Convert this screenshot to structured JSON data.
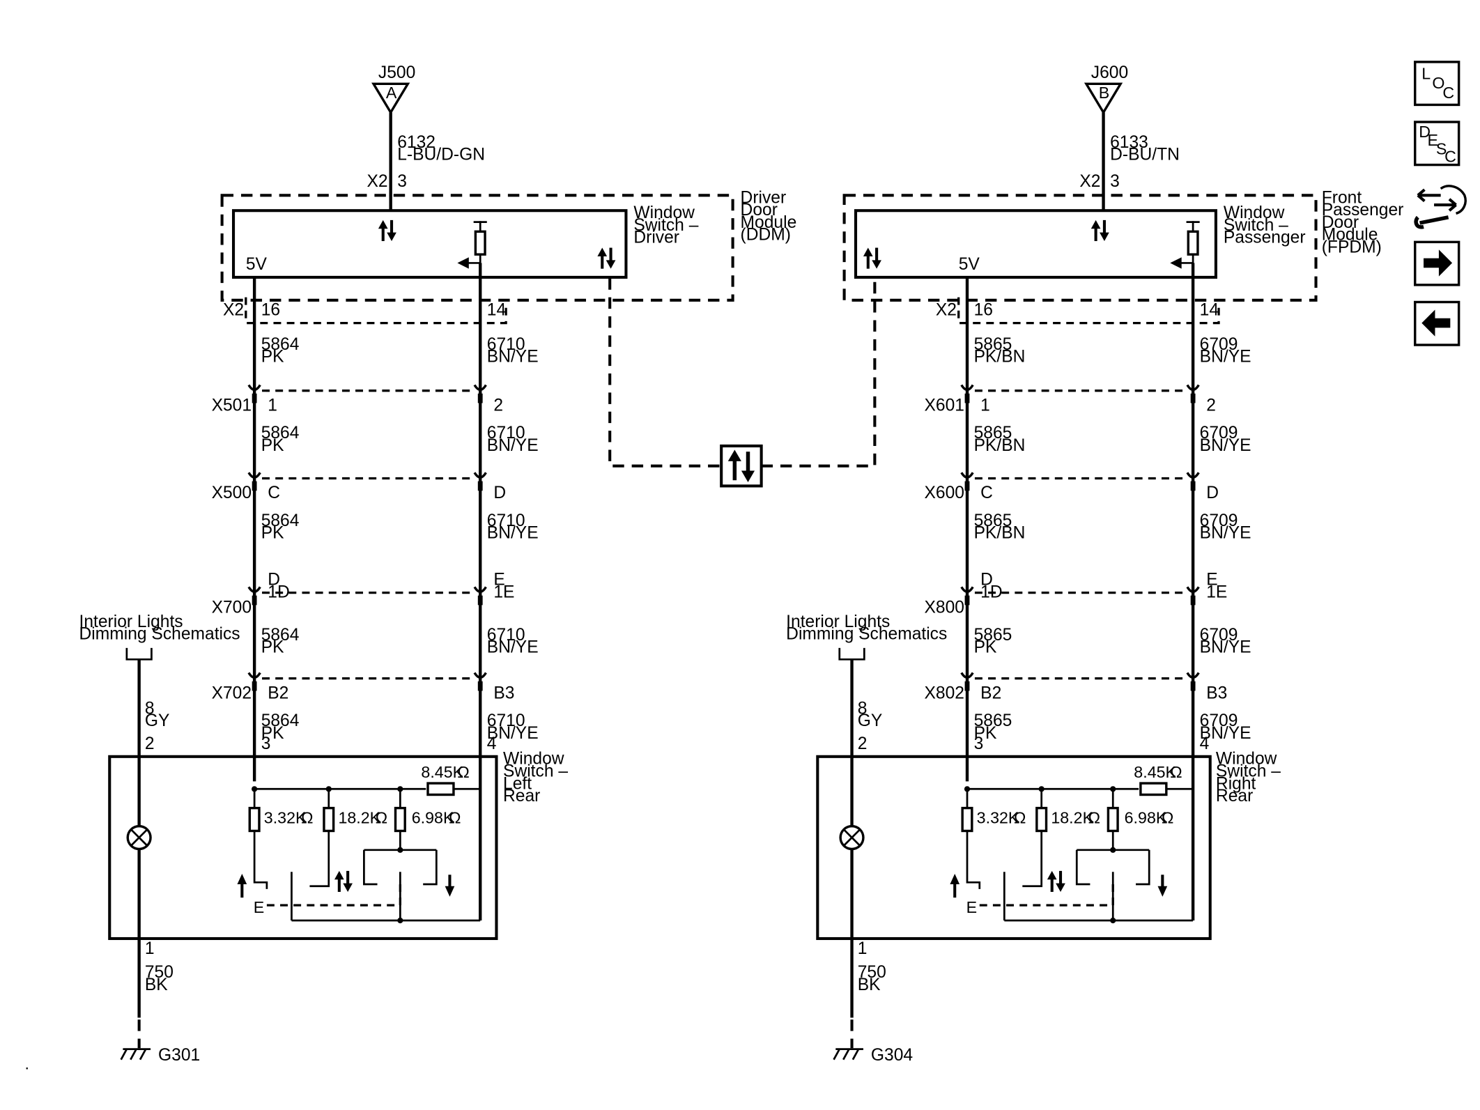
{
  "nav": {
    "loc_letters": [
      "L",
      "O",
      "C"
    ],
    "desc_letters": [
      "D",
      "E",
      "S",
      "C"
    ]
  },
  "driver": {
    "connector_ref": "J500",
    "connector_letter": "A",
    "input_circuit": "6132",
    "input_color": "L-BU/D-GN",
    "input_conn": "X2",
    "input_pin": "3",
    "module_label": [
      "Driver",
      "Door",
      "Module",
      "(DDM)"
    ],
    "switch_label": [
      "Window",
      "Switch –",
      "Driver"
    ],
    "voltage": "5V",
    "out_conn": "X2",
    "pin_a": "16",
    "pin_b": "14",
    "circuit_a": "5864",
    "color_a": "PK",
    "circuit_b": "6710",
    "color_b": "BN/YE",
    "connectors": [
      {
        "name": "X501",
        "pin_a": "1",
        "pin_a2": "",
        "pin_b": "2",
        "pin_b2": "",
        "wire_a": "5864",
        "col_a": "PK",
        "wire_b": "6710",
        "col_b": "BN/YE"
      },
      {
        "name": "X500",
        "pin_a": "C",
        "pin_a2": "",
        "pin_b": "D",
        "pin_b2": "",
        "wire_a": "5864",
        "col_a": "PK",
        "wire_b": "6710",
        "col_b": "BN/YE"
      },
      {
        "name": "X700",
        "pin_a": "D",
        "pin_a2": "1D",
        "pin_b": "E",
        "pin_b2": "1E",
        "wire_a": "5864",
        "col_a": "PK",
        "wire_b": "6710",
        "col_b": "BN/YE"
      },
      {
        "name": "X702",
        "pin_a": "B2",
        "pin_a2": "",
        "pin_b": "B3",
        "pin_b2": "",
        "wire_a": "5864",
        "col_a": "PK",
        "wire_b": "6710",
        "col_b": "BN/YE"
      }
    ],
    "dimming_label": [
      "Interior Lights",
      "Dimming Schematics"
    ],
    "dim_circuit": "8",
    "dim_color": "GY",
    "sw_pin_dim": "2",
    "sw_pin_a": "3",
    "sw_pin_b": "4",
    "sw_pin_gnd": "1",
    "rear_label": [
      "Window",
      "Switch –",
      "Left",
      "Rear"
    ],
    "r_top": "8.45K",
    "r1": "3.32K",
    "r2": "18.2K",
    "r3": "6.98K",
    "ohm": "Ω",
    "switch_e": "E",
    "gnd_circuit": "750",
    "gnd_color": "BK",
    "ground": "G301"
  },
  "passenger": {
    "connector_ref": "J600",
    "connector_letter": "B",
    "input_circuit": "6133",
    "input_color": "D-BU/TN",
    "input_conn": "X2",
    "input_pin": "3",
    "module_label": [
      "Front",
      "Passenger",
      "Door",
      "Module",
      "(FPDM)"
    ],
    "switch_label": [
      "Window",
      "Switch –",
      "Passenger"
    ],
    "voltage": "5V",
    "out_conn": "X2",
    "pin_a": "16",
    "pin_b": "14",
    "circuit_a": "5865",
    "color_a": "PK/BN",
    "circuit_b": "6709",
    "color_b": "BN/YE",
    "connectors": [
      {
        "name": "X601",
        "pin_a": "1",
        "pin_a2": "",
        "pin_b": "2",
        "pin_b2": "",
        "wire_a": "5865",
        "col_a": "PK/BN",
        "wire_b": "6709",
        "col_b": "BN/YE"
      },
      {
        "name": "X600",
        "pin_a": "C",
        "pin_a2": "",
        "pin_b": "D",
        "pin_b2": "",
        "wire_a": "5865",
        "col_a": "PK/BN",
        "wire_b": "6709",
        "col_b": "BN/YE"
      },
      {
        "name": "X800",
        "pin_a": "D",
        "pin_a2": "1D",
        "pin_b": "E",
        "pin_b2": "1E",
        "wire_a": "5865",
        "col_a": "PK",
        "wire_b": "6709",
        "col_b": "BN/YE"
      },
      {
        "name": "X802",
        "pin_a": "B2",
        "pin_a2": "",
        "pin_b": "B3",
        "pin_b2": "",
        "wire_a": "5865",
        "col_a": "PK",
        "wire_b": "6709",
        "col_b": "BN/YE"
      }
    ],
    "dimming_label": [
      "Interior Lights",
      "Dimming Schematics"
    ],
    "dim_circuit": "8",
    "dim_color": "GY",
    "sw_pin_dim": "2",
    "sw_pin_a": "3",
    "sw_pin_b": "4",
    "sw_pin_gnd": "1",
    "rear_label": [
      "Window",
      "Switch –",
      "Right",
      "Rear"
    ],
    "r_top": "8.45K",
    "r1": "3.32K",
    "r2": "18.2K",
    "r3": "6.98K",
    "ohm": "Ω",
    "switch_e": "E",
    "gnd_circuit": "750",
    "gnd_color": "BK",
    "ground": "G304"
  }
}
